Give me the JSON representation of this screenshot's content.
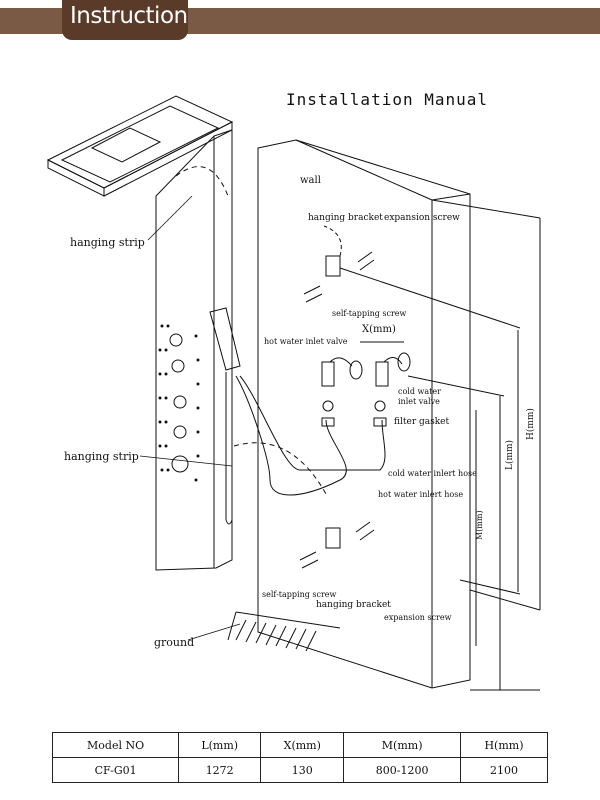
{
  "header": {
    "title": "Instruction"
  },
  "manual_title": "Installation Manual",
  "labels": {
    "wall": "wall",
    "hanging_strip_top": "hanging strip",
    "hanging_strip_mid": "hanging strip",
    "hanging_bracket_top": "hanging bracket",
    "expansion_screw_top": "expansion screw",
    "self_tapping_screw_top": "self-tapping screw",
    "x_mm": "X(mm)",
    "hot_water_inlet_valve": "hot water inlet valve",
    "cold_water_inlet_valve_1": "cold water",
    "cold_water_inlet_valve_2": "inlet valve",
    "filter_gasket": "filter gasket",
    "cold_water_inlet_hose": "cold water inlert hose",
    "hot_water_inlet_hose": "hot water inlert hose",
    "self_tapping_screw_bottom": "self-tapping screw",
    "hanging_bracket_bottom": "hanging bracket",
    "expansion_screw_bottom": "expansion screw",
    "ground": "ground",
    "dim_h": "H(mm)",
    "dim_l": "L(mm)",
    "dim_m": "M(mm)"
  },
  "spec_table": {
    "headers": [
      "Model NO",
      "L(mm)",
      "X(mm)",
      "M(mm)",
      "H(mm)"
    ],
    "rows": [
      [
        "CF-G01",
        "1272",
        "130",
        "800-1200",
        "2100"
      ]
    ]
  }
}
